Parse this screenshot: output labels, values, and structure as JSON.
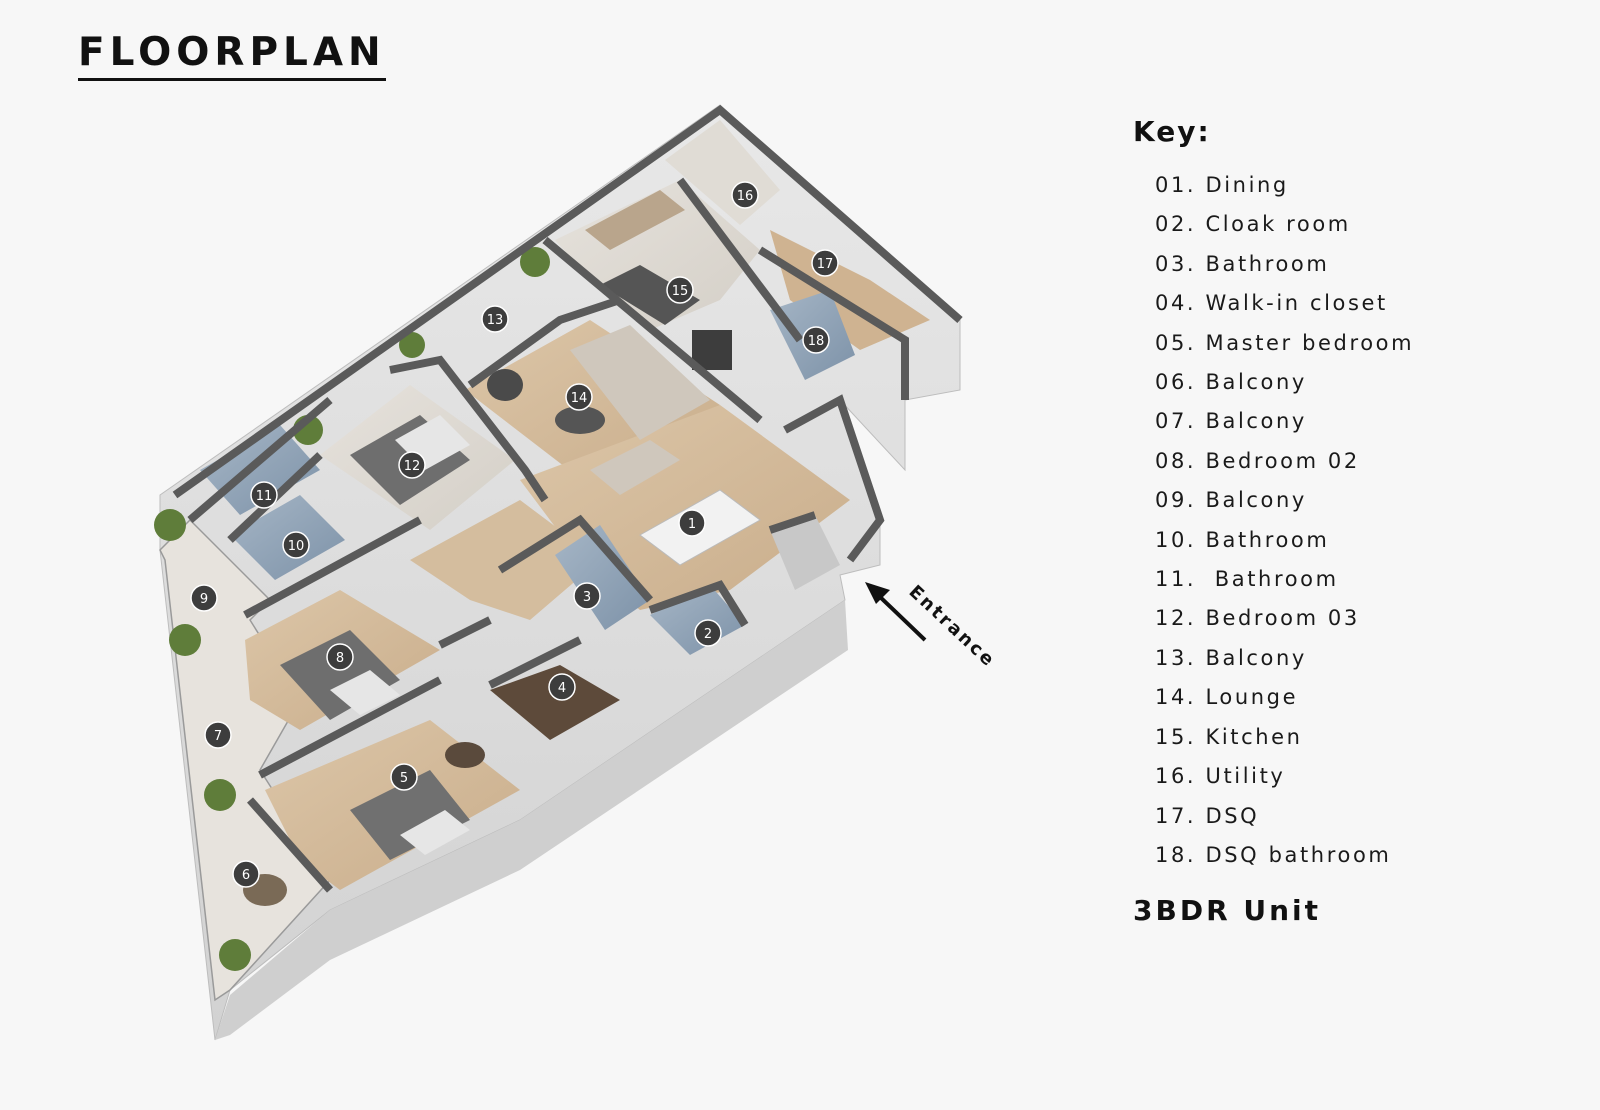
{
  "page": {
    "title": "FLOORPLAN",
    "entrance_label": "Entrance"
  },
  "key": {
    "heading": "Key:",
    "items": [
      "01. Dining",
      "02. Cloak room",
      "03. Bathroom",
      "04. Walk-in closet",
      "05. Master bedroom",
      "06. Balcony",
      "07. Balcony",
      "08. Bedroom 02",
      "09. Balcony",
      "10. Bathroom",
      "11.  Bathroom",
      "12. Bedroom 03",
      "13. Balcony",
      "14. Lounge",
      "15. Kitchen",
      "16. Utility",
      "17. DSQ",
      "18. DSQ bathroom"
    ],
    "unit_label": "3BDR Unit"
  },
  "markers": [
    "1",
    "2",
    "3",
    "4",
    "5",
    "6",
    "7",
    "8",
    "9",
    "10",
    "11",
    "12",
    "13",
    "14",
    "15",
    "16",
    "17",
    "18"
  ],
  "colors": {
    "background": "#f7f7f7",
    "wall": "#5c5c5c",
    "floor_wood": "#d9c4a8",
    "floor_tile": "#ddd9d2",
    "bath_tile": "#8fa4b8",
    "balcony": "#e4e0da",
    "marker": "#3d3d3d",
    "marker_text": "#ffffff"
  }
}
